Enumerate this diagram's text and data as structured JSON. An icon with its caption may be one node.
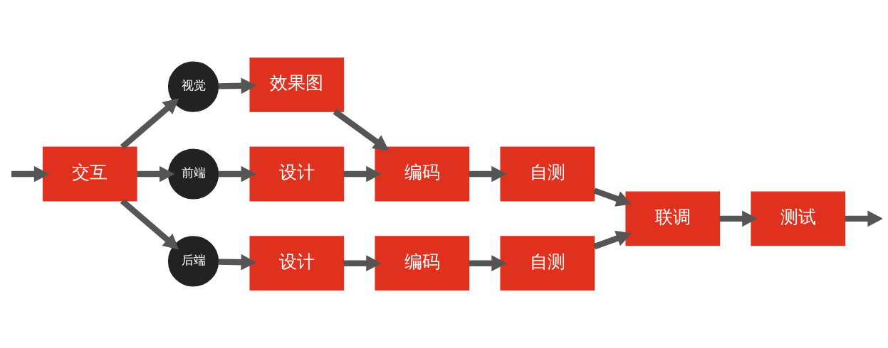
{
  "diagram": {
    "nodes": [
      {
        "text": [
          "交互"
        ]
      },
      {
        "text": [
          "视觉"
        ]
      },
      {
        "text": [
          "效果图"
        ]
      },
      {
        "text": [
          "前端"
        ]
      },
      {
        "text": [
          "设计"
        ]
      },
      {
        "text": [
          "编码"
        ]
      },
      {
        "text": [
          "自测"
        ]
      },
      {
        "text": [
          "后端"
        ]
      },
      {
        "text": [
          "设计"
        ]
      },
      {
        "text": [
          "编码"
        ]
      },
      {
        "text": [
          "自测"
        ]
      },
      {
        "text": [
          "联调"
        ]
      },
      {
        "text": [
          "测试"
        ]
      }
    ],
    "edges": [
      {
        "from": null,
        "to": 0,
        "arrow": "to"
      },
      {
        "from": 0,
        "to": 1,
        "arrow": "to"
      },
      {
        "from": 1,
        "to": 2,
        "arrow": "to"
      },
      {
        "from": 2,
        "to": 5,
        "arrow": "to"
      },
      {
        "from": 0,
        "to": 3,
        "arrow": "to"
      },
      {
        "from": 3,
        "to": 4,
        "arrow": "to"
      },
      {
        "from": 4,
        "to": 5,
        "arrow": "to"
      },
      {
        "from": 5,
        "to": 6,
        "arrow": "to"
      },
      {
        "from": 6,
        "to": 11,
        "arrow": "to"
      },
      {
        "from": 0,
        "to": 7,
        "arrow": "to"
      },
      {
        "from": 7,
        "to": 8,
        "arrow": "to"
      },
      {
        "from": 8,
        "to": 9,
        "arrow": "to"
      },
      {
        "from": 9,
        "to": 10,
        "arrow": "to"
      },
      {
        "from": 10,
        "to": 11,
        "arrow": "to"
      },
      {
        "from": 11,
        "to": 12,
        "arrow": "to"
      },
      {
        "from": 12,
        "to": null,
        "arrow": "to"
      }
    ]
  }
}
